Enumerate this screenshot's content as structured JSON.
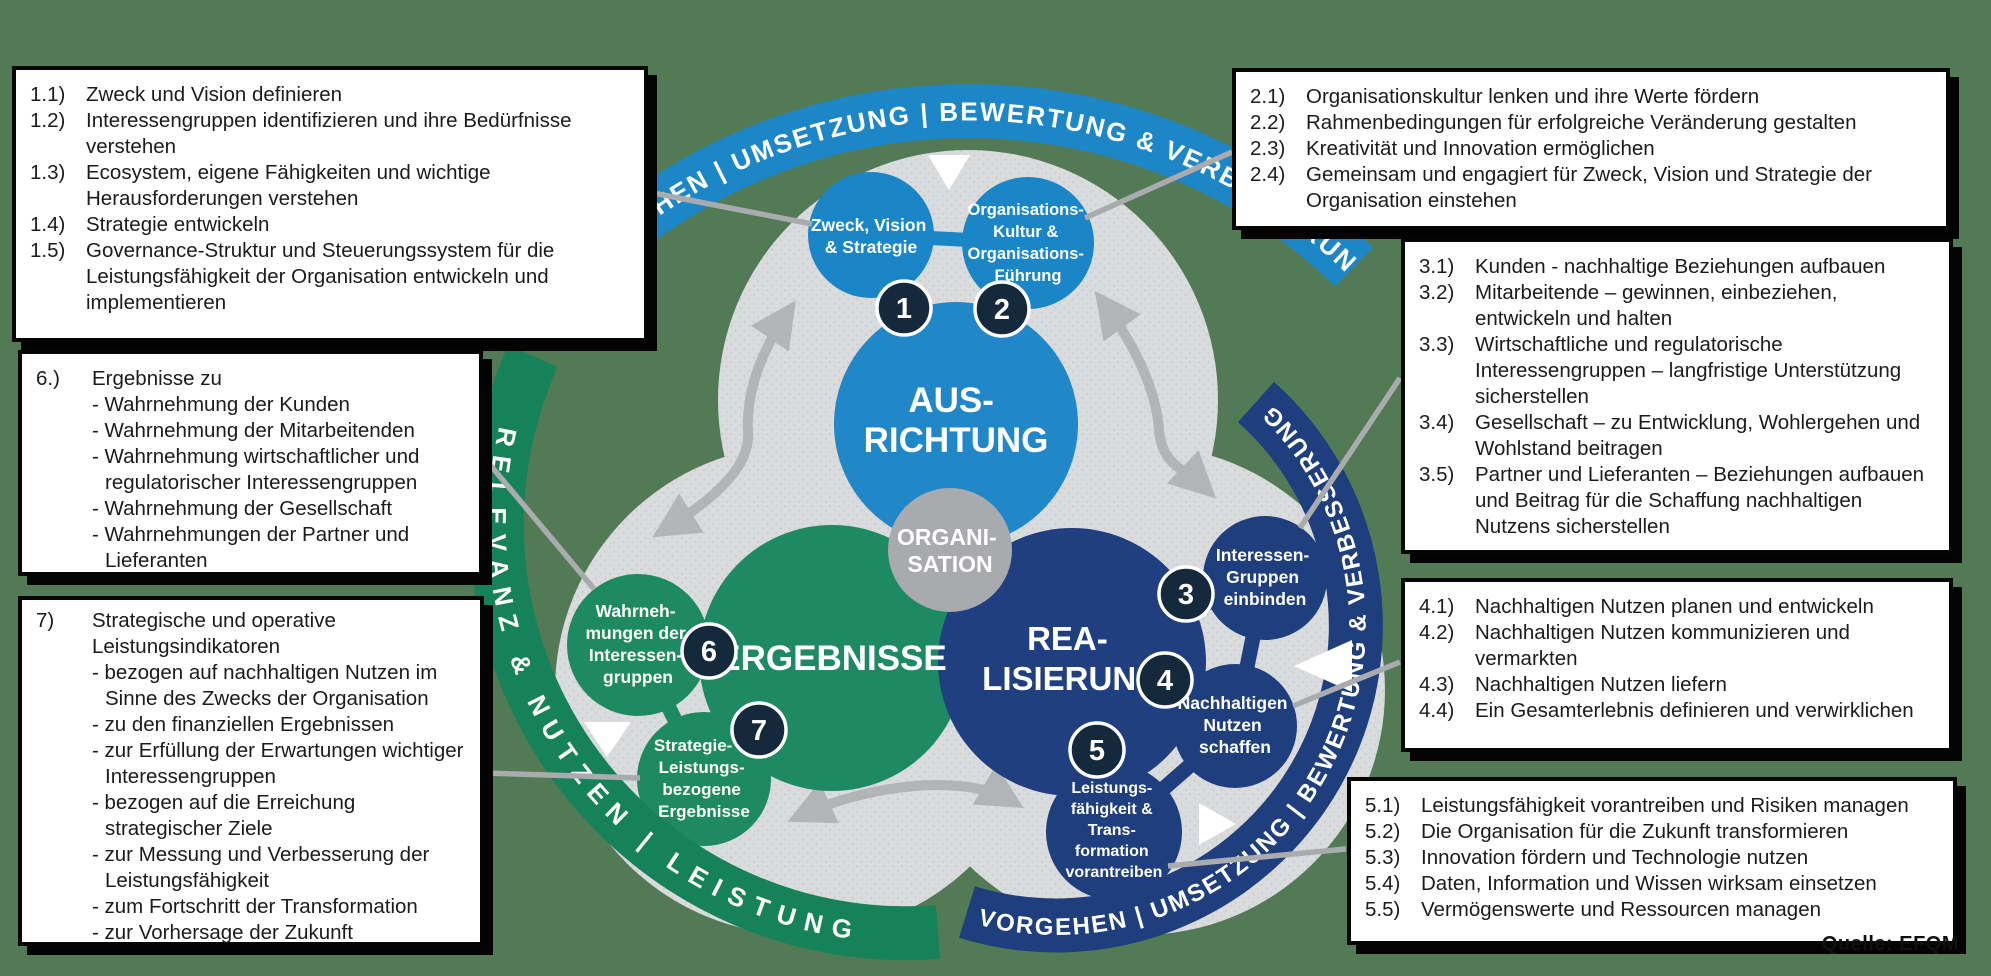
{
  "page": {
    "background": "#527a55",
    "source_note": "Quelle: EFQM"
  },
  "arcs": {
    "top": {
      "text": "VORGEHEN | UMSETZUNG | BEWERTUNG & VERBESSERUNG",
      "color": "#1d86c6"
    },
    "left": {
      "text": "RELEVANZ & NUTZEN | LEISTUNG",
      "color": "#16825a"
    },
    "bottom_right": {
      "text": "VORGEHEN | UMSETZUNG | BEWERTUNG & VERBESSERUNG",
      "color": "#1e3e7e"
    }
  },
  "hubs": {
    "ausrichtung": {
      "lines": [
        "AUS-",
        "RICHTUNG"
      ],
      "color": "#2088c9"
    },
    "ergebnisse": {
      "lines": [
        "ERGEBNISSE"
      ],
      "color": "#1e8a63"
    },
    "realisierung": {
      "lines": [
        "REA-",
        "LISIERUNG"
      ],
      "color": "#203f80"
    },
    "organisation": {
      "lines": [
        "ORGANI-",
        "SATION"
      ],
      "color": "#a8aaad"
    }
  },
  "badge_color": "#15293c",
  "satellites": [
    {
      "number": "1",
      "color": "#1a86c8",
      "lines": [
        "Zweck, Vision",
        "& Strategie"
      ]
    },
    {
      "number": "2",
      "color": "#1a86c8",
      "lines": [
        "Organisations-",
        "Kultur &",
        "Organisations-",
        "Führung"
      ]
    },
    {
      "number": "3",
      "color": "#1e3e7e",
      "lines": [
        "Interessen-",
        "Gruppen",
        "einbinden"
      ]
    },
    {
      "number": "4",
      "color": "#1e3e7e",
      "lines": [
        "Nachhaltigen",
        "Nutzen",
        "schaffen"
      ]
    },
    {
      "number": "5",
      "color": "#1e3e7e",
      "lines": [
        "Leistungs-",
        "fähigkeit &",
        "Trans-",
        "formation",
        "vorantreiben"
      ]
    },
    {
      "number": "6",
      "color": "#1d8a61",
      "lines": [
        "Wahrneh-",
        "mungen der",
        "Interessen-",
        "gruppen"
      ]
    },
    {
      "number": "7",
      "color": "#1d8a61",
      "lines": [
        "Strategie- &",
        "Leistungs-",
        "bezogene",
        "Ergebnisse"
      ]
    }
  ],
  "callouts": [
    {
      "items": [
        {
          "num": "1.1)",
          "text": "Zweck und Vision definieren"
        },
        {
          "num": "1.2)",
          "text": "Interessengruppen identifizieren und ihre Bedürfnisse verstehen"
        },
        {
          "num": "1.3)",
          "text": "Ecosystem, eigene Fähigkeiten und wichtige Herausforderungen verstehen"
        },
        {
          "num": "1.4)",
          "text": "Strategie entwickeln"
        },
        {
          "num": "1.5)",
          "text": "Governance-Struktur und Steuerungssystem für die Leistungsfähigkeit der Organisation entwickeln und implementieren"
        }
      ]
    },
    {
      "items": [
        {
          "num": "2.1)",
          "text": "Organisationskultur lenken und ihre Werte fördern"
        },
        {
          "num": "2.2)",
          "text": "Rahmenbedingungen für erfolgreiche Veränderung gestalten"
        },
        {
          "num": "2.3)",
          "text": "Kreativität und Innovation ermöglichen"
        },
        {
          "num": "2.4)",
          "text": "Gemeinsam und engagiert für Zweck, Vision und Strategie der Organisation einstehen"
        }
      ]
    },
    {
      "items": [
        {
          "num": "3.1)",
          "text": "Kunden - nachhaltige Beziehungen aufbauen"
        },
        {
          "num": "3.2)",
          "text": "Mitarbeitende – gewinnen, einbeziehen, entwickeln und halten"
        },
        {
          "num": "3.3)",
          "text": "Wirtschaftliche und regulatorische Interessengruppen – langfristige Unterstützung sicherstellen"
        },
        {
          "num": "3.4)",
          "text": "Gesellschaft – zu Entwicklung, Wohlergehen und Wohlstand beitragen"
        },
        {
          "num": "3.5)",
          "text": "Partner und Lieferanten – Beziehungen aufbauen und Beitrag für die Schaffung nachhaltigen Nutzens sicherstellen"
        }
      ]
    },
    {
      "items": [
        {
          "num": "4.1)",
          "text": "Nachhaltigen Nutzen planen und entwickeln"
        },
        {
          "num": "4.2)",
          "text": "Nachhaltigen Nutzen kommunizieren und vermarkten"
        },
        {
          "num": "4.3)",
          "text": "Nachhaltigen Nutzen liefern"
        },
        {
          "num": "4.4)",
          "text": "Ein Gesamterlebnis definieren und verwirklichen"
        }
      ]
    },
    {
      "items": [
        {
          "num": "5.1)",
          "text": "Leistungsfähigkeit vorantreiben und Risiken managen"
        },
        {
          "num": "5.2)",
          "text": "Die Organisation für die Zukunft transformieren"
        },
        {
          "num": "5.3)",
          "text": "Innovation fördern und Technologie nutzen"
        },
        {
          "num": "5.4)",
          "text": "Daten, Information und Wissen wirksam einsetzen"
        },
        {
          "num": "5.5)",
          "text": "Vermögenswerte und Ressourcen managen"
        }
      ]
    },
    {
      "items": [
        {
          "num": "6.)",
          "text": "Ergebnisse zu"
        },
        {
          "num": "",
          "text": "- Wahrnehmung der Kunden"
        },
        {
          "num": "",
          "text": "- Wahrnehmung der Mitarbeitenden"
        },
        {
          "num": "",
          "text": "- Wahrnehmung wirtschaftlicher und regulatorischer Interessengruppen"
        },
        {
          "num": "",
          "text": "- Wahrnehmung der Gesellschaft"
        },
        {
          "num": "",
          "text": "- Wahrnehmungen der Partner und Lieferanten"
        }
      ]
    },
    {
      "items": [
        {
          "num": "7)",
          "text": "Strategische und operative Leistungsindikatoren"
        },
        {
          "num": "",
          "text": "- bezogen auf nachhaltigen Nutzen im Sinne des Zwecks der Organisation"
        },
        {
          "num": "",
          "text": "- zu den finanziellen Ergebnissen"
        },
        {
          "num": "",
          "text": "- zur Erfüllung der Erwartungen wichtiger Interessengruppen"
        },
        {
          "num": "",
          "text": "- bezogen auf die Erreichung strategischer Ziele"
        },
        {
          "num": "",
          "text": "- zur Messung und Verbesserung der Leistungsfähigkeit"
        },
        {
          "num": "",
          "text": "- zum Fortschritt der Transformation"
        },
        {
          "num": "",
          "text": "- zur Vorhersage der Zukunft"
        }
      ]
    }
  ]
}
